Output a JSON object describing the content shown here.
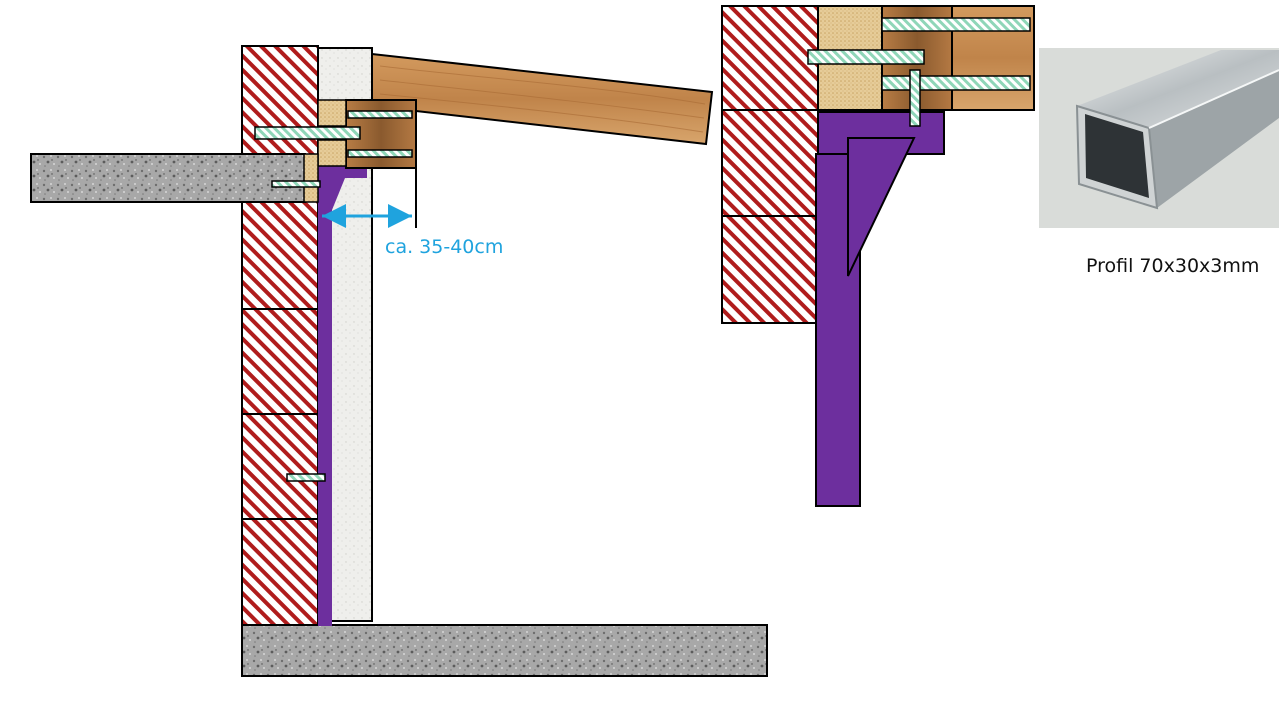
{
  "dimension": {
    "label": "ca. 35-40cm",
    "color": "#1fa3de"
  },
  "profile_caption": "Profil  70x30x3mm",
  "colors": {
    "brick_fill": "#ffffff",
    "brick_hatch": "#b01c1c",
    "concrete": "#a9a9a9",
    "insulation": "#ededea",
    "timber": "#c68a4f",
    "timber_dark": "#9a6433",
    "timber_light": "#e8c99a",
    "steel_profile": "#6d2f9e",
    "threaded_rod": "#a8e0c8",
    "outline": "#000000"
  },
  "icons": {
    "profile_photo": "steel-rectangular-tube-photo",
    "dimension_arrow": "double-headed-arrow"
  }
}
